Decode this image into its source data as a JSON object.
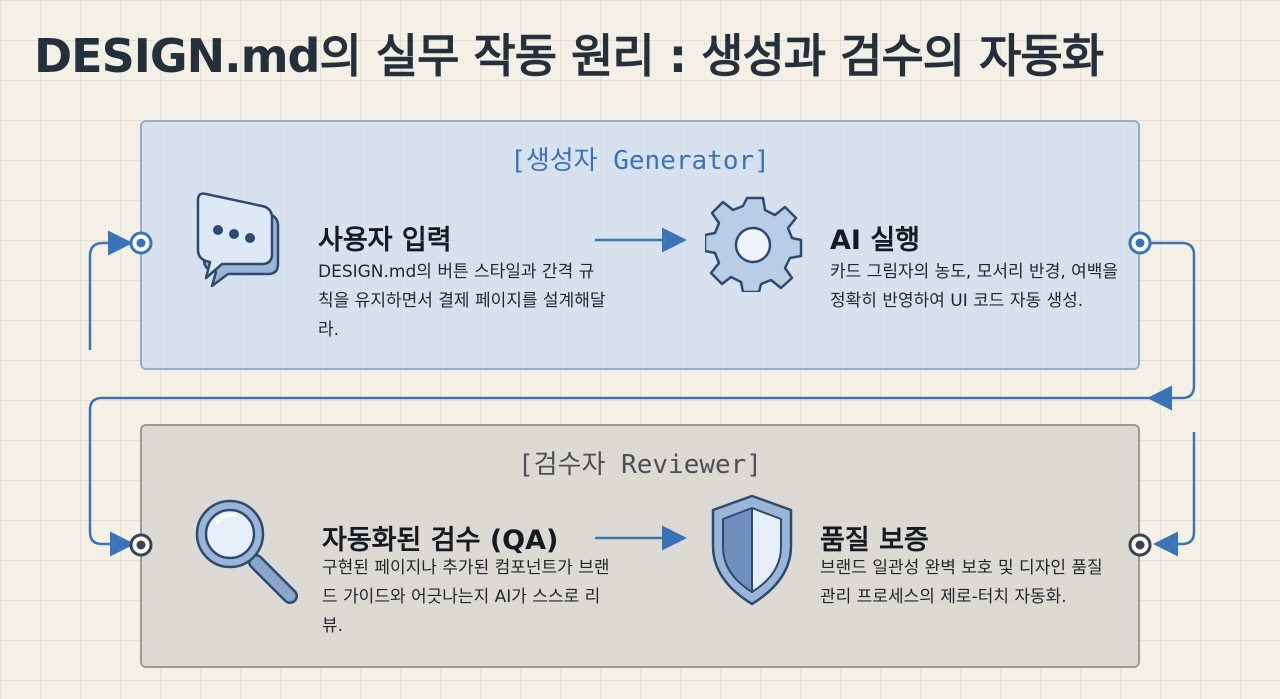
{
  "title": "DESIGN.md의 실무 작동 원리 : 생성과 검수의 자동화",
  "generator": {
    "label": "[생성자 Generator]",
    "steps": [
      {
        "icon": "chat-bubble-icon",
        "title": "사용자 입력",
        "desc": "DESIGN.md의 버튼 스타일과 간격 규칙을 유지하면서 결제 페이지를 설계해달라."
      },
      {
        "icon": "gear-icon",
        "title": "AI 실행",
        "desc": "카드 그림자의 농도, 모서리 반경, 여백을 정확히 반영하여 UI 코드 자동 생성."
      }
    ]
  },
  "reviewer": {
    "label": "[검수자 Reviewer]",
    "steps": [
      {
        "icon": "magnifier-icon",
        "title": "자동화된 검수 (QA)",
        "desc": "구현된 페이지나 추가된 컴포넌트가 브랜드 가이드와 어긋나는지 AI가 스스로 리뷰."
      },
      {
        "icon": "shield-icon",
        "title": "품질 보증",
        "desc": "브랜드 일관성 완벽 보호 및 디자인 품질 관리 프로세스의 제로-터치 자동화."
      }
    ]
  },
  "colors": {
    "accent_blue": "#3a74b8",
    "generator_bg": "#cddef0",
    "reviewer_bg": "#d8d6d0",
    "connector_dark": "#3a4250"
  }
}
